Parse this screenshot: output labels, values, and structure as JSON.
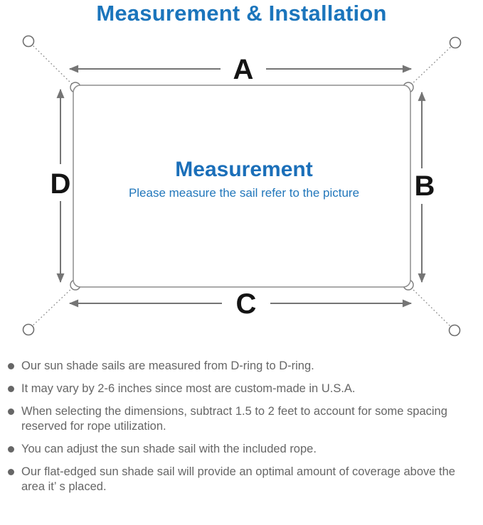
{
  "page": {
    "title": "Measurement & Installation"
  },
  "diagram": {
    "labels": {
      "a": "A",
      "b": "B",
      "c": "C",
      "d": "D"
    },
    "center": {
      "heading": "Measurement",
      "subheading": "Please measure the sail refer to the picture"
    },
    "colors": {
      "title_blue": "#1b75bc",
      "heading_blue": "#1b6fb9",
      "subheading_blue": "#2277bb",
      "arrow_gray": "#757575",
      "outline_gray": "#8d8d8d",
      "label_black": "#141414"
    }
  },
  "notes": {
    "items": [
      "Our sun shade sails are measured from D-ring to D-ring.",
      "It may vary by 2-6 inches since most are custom-made in U.S.A.",
      "When selecting the dimensions, subtract 1.5 to 2 feet to account for some spacing reserved for rope utilization.",
      "You can adjust the sun shade sail with the included rope.",
      "Our flat-edged sun shade sail will provide an optimal amount of coverage above the area it’ s placed."
    ]
  }
}
